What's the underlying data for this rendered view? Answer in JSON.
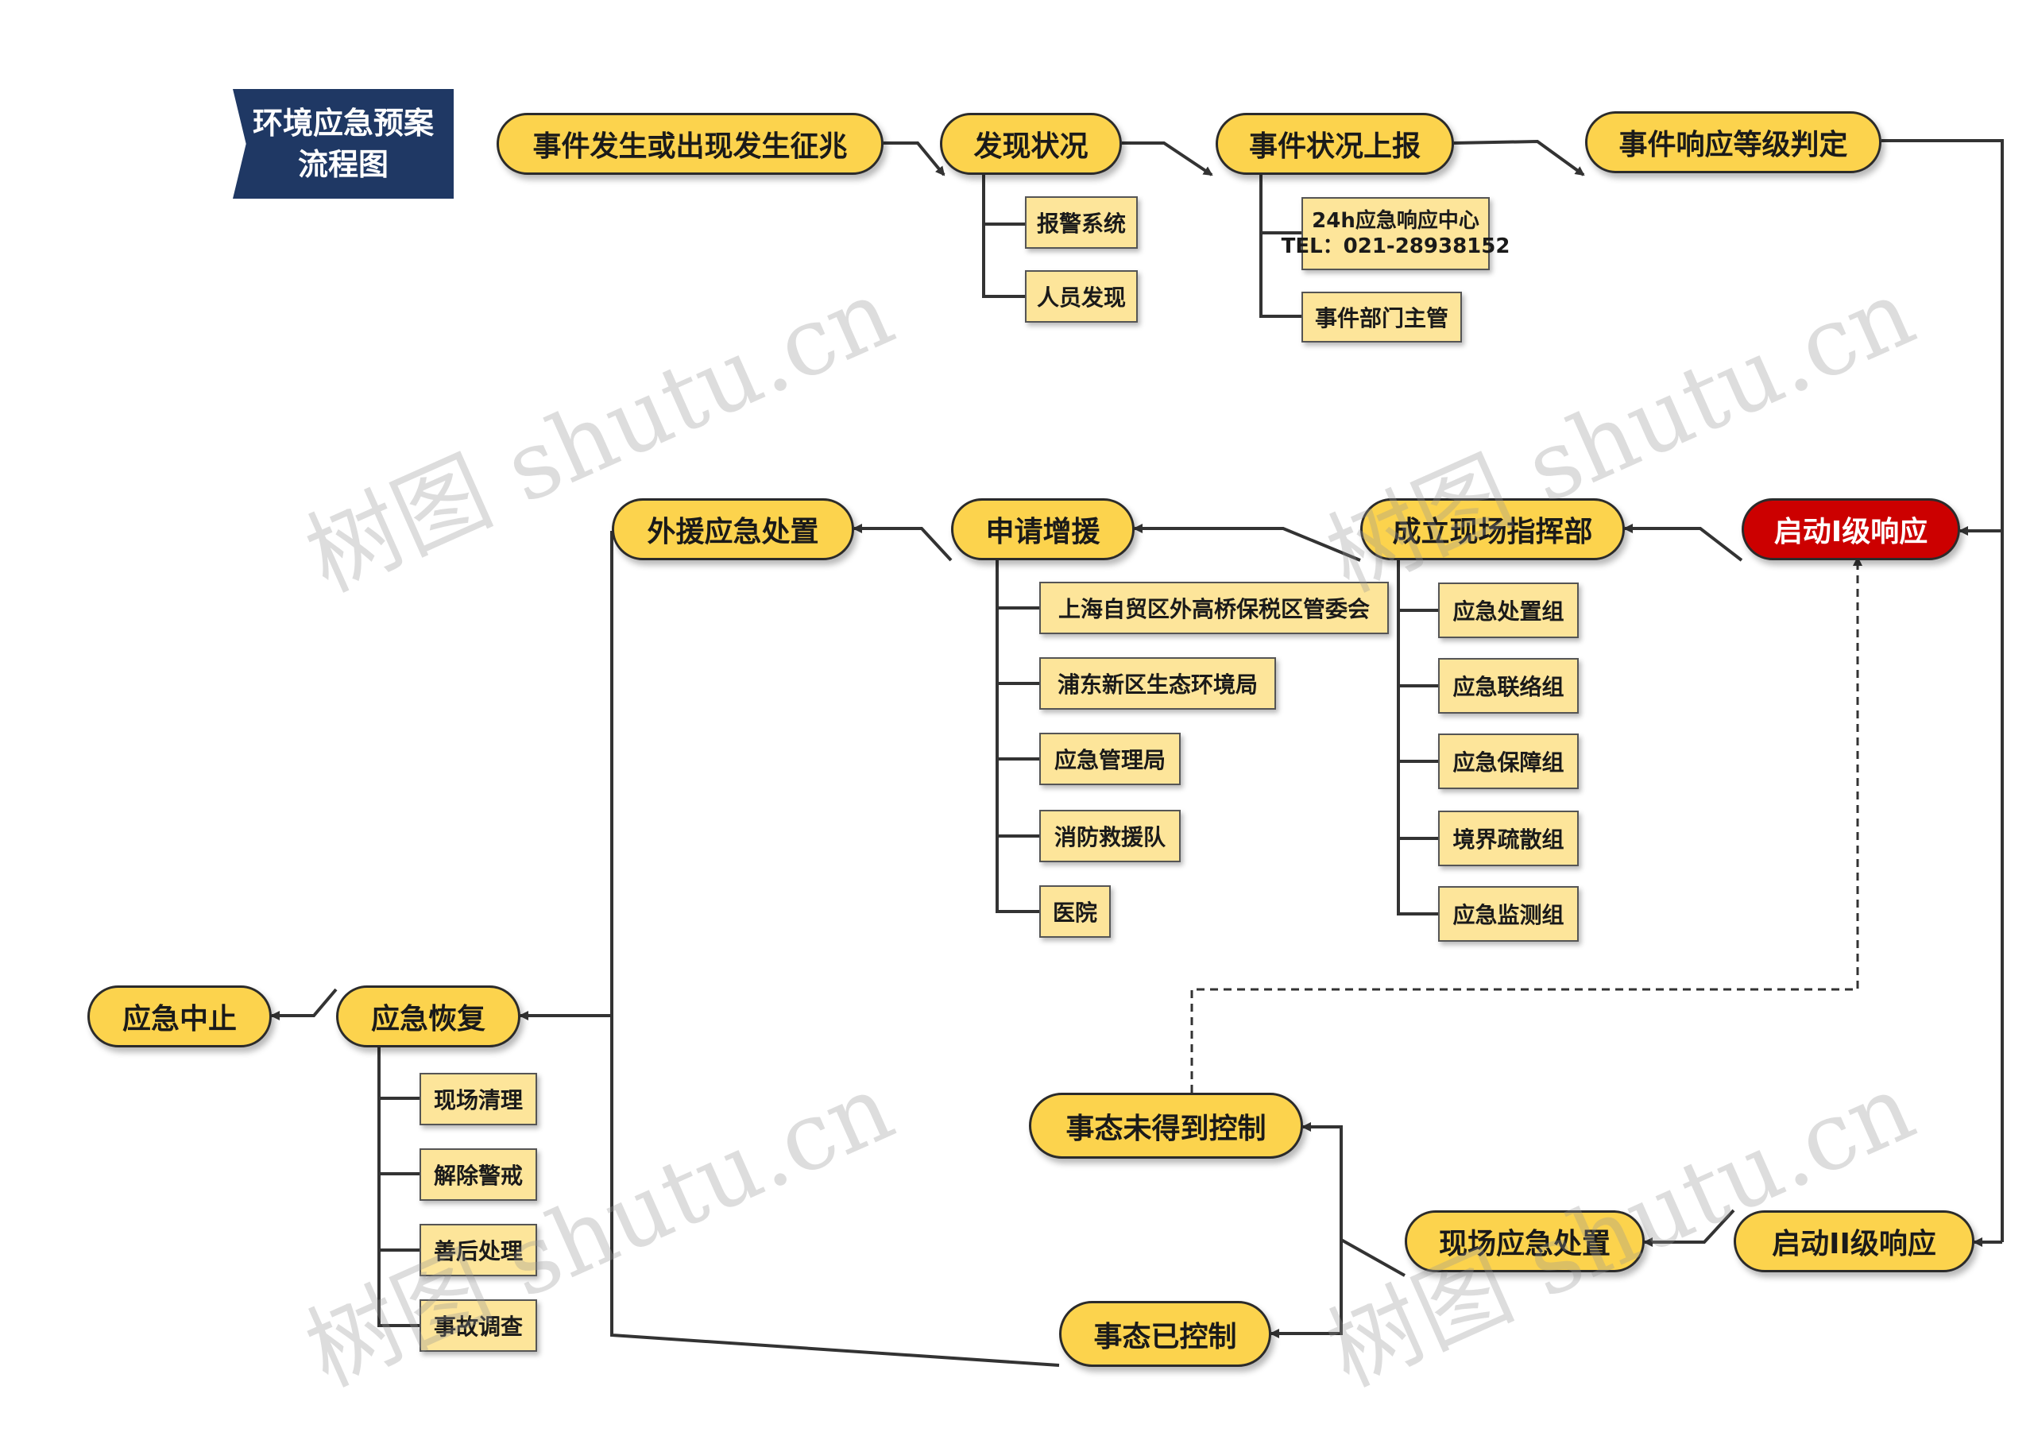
{
  "title": {
    "line1": "环境应急预案",
    "line2": "流程图"
  },
  "nodes": {
    "event_occur": "事件发生或出现发生征兆",
    "discover": "发现状况",
    "report": "事件状况上报",
    "level_judge": "事件响应等级判定",
    "level1": "启动I级响应",
    "command": "成立现场指挥部",
    "reinforce": "申请增援",
    "external": "外援应急处置",
    "recovery": "应急恢复",
    "stop": "应急中止",
    "level2": "启动II级响应",
    "onsite": "现场应急处置",
    "not_controlled": "事态未得到控制",
    "controlled": "事态已控制"
  },
  "discover_children": [
    "报警系统",
    "人员发现"
  ],
  "report_children": {
    "center_line1": "24h应急响应中心",
    "center_line2": "TEL：021-28938152",
    "dept": "事件部门主管"
  },
  "command_children": [
    "应急处置组",
    "应急联络组",
    "应急保障组",
    "境界疏散组",
    "应急监测组"
  ],
  "reinforce_children": [
    "上海自贸区外高桥保税区管委会",
    "浦东新区生态环境局",
    "应急管理局",
    "消防救援队",
    "医院"
  ],
  "recovery_children": [
    "现场清理",
    "解除警戒",
    "善后处理",
    "事故调查"
  ],
  "watermark": "树图 shutu.cn",
  "colors": {
    "node_fill": "#FCD34D",
    "box_fill": "#FDE59A",
    "alert_fill": "#CC0000",
    "title_fill": "#1F3864",
    "line": "#333333"
  }
}
